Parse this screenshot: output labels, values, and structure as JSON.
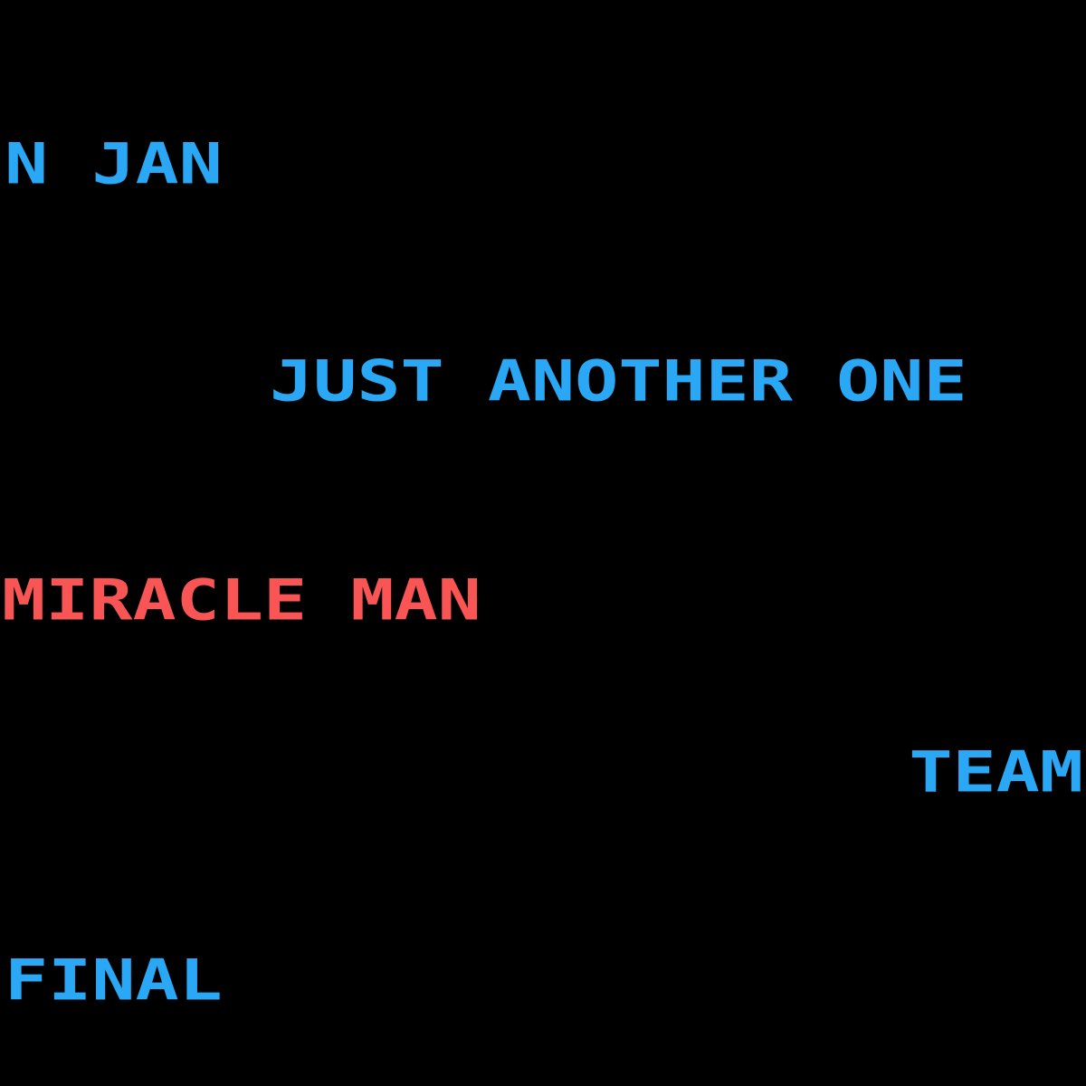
{
  "lines": [
    {
      "text": "N JAN",
      "color": "#2AA8F5"
    },
    {
      "text": "JUST ANOTHER ONE",
      "color": "#2AA8F5"
    },
    {
      "text": "MIRACLE MAN",
      "color": "#F95555"
    },
    {
      "text": "TEAM",
      "color": "#2AA8F5"
    },
    {
      "text": "FINAL",
      "color": "#2AA8F5"
    }
  ],
  "background": "#000000"
}
